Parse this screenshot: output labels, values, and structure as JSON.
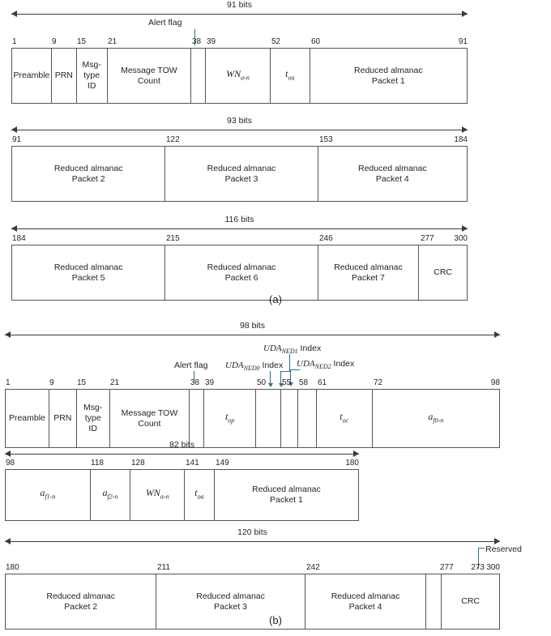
{
  "figure": {
    "captions": {
      "a": "(a)",
      "b": "(b)"
    }
  },
  "units": {
    "bits": "bits"
  },
  "panel_a": {
    "rows": [
      {
        "span_label": "91 bits",
        "ticks": [
          "1",
          "9",
          "15",
          "21",
          "38",
          "39",
          "52",
          "60",
          "91"
        ],
        "cells": [
          {
            "lines": [
              "Preamble"
            ],
            "style": "plain"
          },
          {
            "lines": [
              "PRN"
            ],
            "style": "plain"
          },
          {
            "lines": [
              "Msg-",
              "type",
              "ID"
            ],
            "style": "plain"
          },
          {
            "lines": [
              "Message TOW",
              "Count"
            ],
            "style": "plain"
          },
          {
            "lines": [
              ""
            ],
            "style": "plain"
          },
          {
            "lines": [
              "WN"
            ],
            "sub": "a-n",
            "style": "math"
          },
          {
            "lines": [
              "t"
            ],
            "sub": "oa",
            "style": "math"
          },
          {
            "lines": [
              "Reduced almanac",
              "Packet 1"
            ],
            "style": "plain"
          }
        ],
        "callouts": [
          {
            "text": "Alert flag"
          }
        ]
      },
      {
        "span_label": "93 bits",
        "ticks": [
          "91",
          "122",
          "153",
          "184"
        ],
        "cells": [
          {
            "lines": [
              "Reduced almanac",
              "Packet 2"
            ],
            "style": "plain"
          },
          {
            "lines": [
              "Reduced almanac",
              "Packet 3"
            ],
            "style": "plain"
          },
          {
            "lines": [
              "Reduced almanac",
              "Packet 4"
            ],
            "style": "plain"
          }
        ],
        "callouts": []
      },
      {
        "span_label": "116 bits",
        "ticks": [
          "184",
          "215",
          "246",
          "277",
          "300"
        ],
        "cells": [
          {
            "lines": [
              "Reduced almanac",
              "Packet 5"
            ],
            "style": "plain"
          },
          {
            "lines": [
              "Reduced almanac",
              "Packet 6"
            ],
            "style": "plain"
          },
          {
            "lines": [
              "Reduced almanac",
              "Packet 7"
            ],
            "style": "plain"
          },
          {
            "lines": [
              "CRC"
            ],
            "style": "plain"
          }
        ],
        "callouts": []
      }
    ]
  },
  "panel_b": {
    "rows": [
      {
        "span_label": "98 bits",
        "ticks": [
          "1",
          "9",
          "15",
          "21",
          "38",
          "39",
          "50",
          "55",
          "58",
          "61",
          "72",
          "98"
        ],
        "cells": [
          {
            "lines": [
              "Preamble"
            ],
            "style": "plain"
          },
          {
            "lines": [
              "PRN"
            ],
            "style": "plain"
          },
          {
            "lines": [
              "Msg-",
              "type",
              "ID"
            ],
            "style": "plain"
          },
          {
            "lines": [
              "Message TOW",
              "Count"
            ],
            "style": "plain"
          },
          {
            "lines": [
              ""
            ],
            "style": "plain"
          },
          {
            "lines": [
              "t"
            ],
            "sub": "op",
            "style": "math"
          },
          {
            "lines": [
              ""
            ],
            "style": "plain"
          },
          {
            "lines": [
              ""
            ],
            "style": "plain"
          },
          {
            "lines": [
              ""
            ],
            "style": "plain"
          },
          {
            "lines": [
              "t"
            ],
            "sub": "oc",
            "style": "math"
          },
          {
            "lines": [
              "a"
            ],
            "sub": "f0-n",
            "style": "math"
          }
        ],
        "callouts": [
          {
            "text": "Alert flag"
          },
          {
            "text_pre": "UDA",
            "text_sub": "NED0",
            "text_post": " Index"
          },
          {
            "text_pre": "UDA",
            "text_sub": "NED1",
            "text_post": " Index"
          },
          {
            "text_pre": "UDA",
            "text_sub": "NED2",
            "text_post": " Index"
          }
        ]
      },
      {
        "span_label": "82 bits",
        "ticks": [
          "98",
          "118",
          "128",
          "141",
          "149",
          "180"
        ],
        "cells": [
          {
            "lines": [
              "a"
            ],
            "sub": "f1-n",
            "style": "math"
          },
          {
            "lines": [
              "a"
            ],
            "sub": "f2-n",
            "style": "math"
          },
          {
            "lines": [
              "WN"
            ],
            "sub": "a-n",
            "style": "math"
          },
          {
            "lines": [
              "t"
            ],
            "sub": "oa",
            "style": "math"
          },
          {
            "lines": [
              "Reduced almanac",
              "Packet 1"
            ],
            "style": "plain"
          }
        ],
        "callouts": []
      },
      {
        "span_label": "120 bits",
        "ticks": [
          "180",
          "211",
          "242",
          "273",
          "277",
          "300"
        ],
        "cells": [
          {
            "lines": [
              "Reduced almanac",
              "Packet 2"
            ],
            "style": "plain"
          },
          {
            "lines": [
              "Reduced almanac",
              "Packet 3"
            ],
            "style": "plain"
          },
          {
            "lines": [
              "Reduced almanac",
              "Packet 4"
            ],
            "style": "plain"
          },
          {
            "lines": [
              ""
            ],
            "style": "plain"
          },
          {
            "lines": [
              "CRC"
            ],
            "style": "plain"
          }
        ],
        "callouts": [
          {
            "text": "Reserved"
          }
        ]
      }
    ]
  },
  "colors": {
    "callout_line": "#2e6f8e",
    "border": "#555555",
    "text": "#231f20",
    "measure": "#3b3b3b"
  }
}
